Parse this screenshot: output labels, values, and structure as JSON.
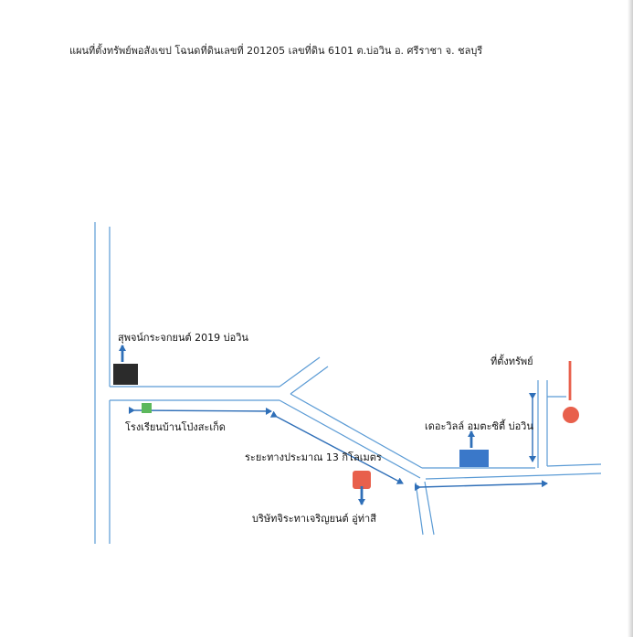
{
  "title": "แผนที่ตั้งทรัพย์พอสังเขป โฉนดที่ดินเลขที่ 201205 เลขที่ดิน 6101 ต.บ่อวิน อ. ศรีราชา จ. ชลบุรี",
  "landmarks": {
    "supphachan": "สุพจน์กระจกยนต์ 2019 บ่อวิน",
    "factory": "โรงเรียนบ้านโป่งสะเก็ด",
    "distance": "ระยะทางประมาณ 13 กิโลเมตร",
    "company": "บริษัทจิระทาเจริญยนต์ อู่ท่าสี",
    "village": "เดอะวิลล์ อมตะซิตี้ บ่อวิน",
    "property": "ที่ตั้งทรัพย์"
  },
  "colors": {
    "road": "#5b9bd5",
    "arrow": "#2f6fb8",
    "landmark_black": "#2b2b2b",
    "landmark_green": "#5cb85c",
    "landmark_orange": "#e8604c",
    "landmark_blue": "#3a78c9",
    "property_red": "#e8604c"
  }
}
